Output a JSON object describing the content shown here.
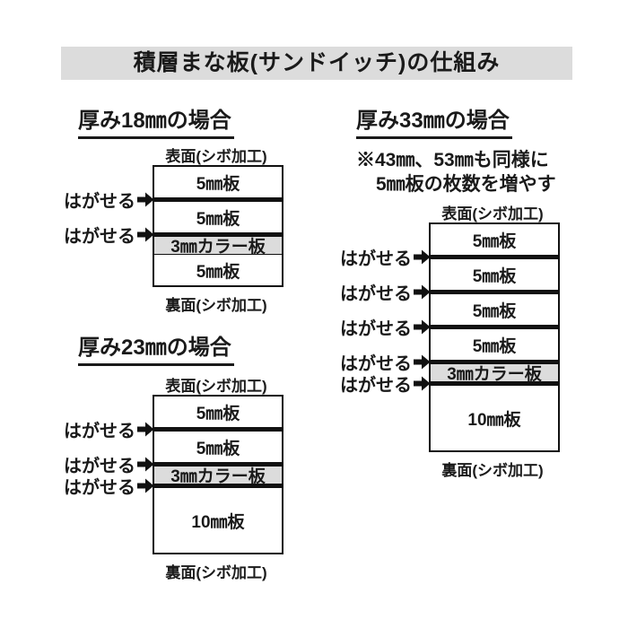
{
  "title": "積層まな板(サンドイッチ)の仕組み",
  "labels": {
    "surface": "表面(シボ加工)",
    "back": "裏面(シボ加工)",
    "peel": "はがせる"
  },
  "colors": {
    "banner_bg": "#dcdcdc",
    "color_board_bg": "#dcdcdc",
    "line": "#111111",
    "text": "#1a1a1a"
  },
  "diagrams": [
    {
      "id": "18mm",
      "heading": "厚み18㎜の場合",
      "note_lines": [],
      "layers": [
        {
          "label": "5㎜板",
          "thickness_mm": 5,
          "color": false,
          "sep_after": "thick",
          "peel_after": true
        },
        {
          "label": "5㎜板",
          "thickness_mm": 5,
          "color": false,
          "sep_after": "thick",
          "peel_after": true
        },
        {
          "label": "3㎜カラー板",
          "thickness_mm": 3,
          "color": true,
          "sep_after": "thin",
          "peel_after": false
        },
        {
          "label": "5㎜板",
          "thickness_mm": 5,
          "color": false,
          "sep_after": null,
          "peel_after": false
        }
      ]
    },
    {
      "id": "23mm",
      "heading": "厚み23㎜の場合",
      "note_lines": [],
      "layers": [
        {
          "label": "5㎜板",
          "thickness_mm": 5,
          "color": false,
          "sep_after": "thick",
          "peel_after": true
        },
        {
          "label": "5㎜板",
          "thickness_mm": 5,
          "color": false,
          "sep_after": "thick",
          "peel_after": true
        },
        {
          "label": "3㎜カラー板",
          "thickness_mm": 3,
          "color": true,
          "sep_after": "thick",
          "peel_after": true
        },
        {
          "label": "10㎜板",
          "thickness_mm": 10,
          "color": false,
          "sep_after": null,
          "peel_after": false
        }
      ]
    },
    {
      "id": "33mm",
      "heading": "厚み33㎜の場合",
      "note_lines": [
        "※43㎜、53㎜も同様に",
        "5㎜板の枚数を増やす"
      ],
      "layers": [
        {
          "label": "5㎜板",
          "thickness_mm": 5,
          "color": false,
          "sep_after": "thick",
          "peel_after": true
        },
        {
          "label": "5㎜板",
          "thickness_mm": 5,
          "color": false,
          "sep_after": "thick",
          "peel_after": true
        },
        {
          "label": "5㎜板",
          "thickness_mm": 5,
          "color": false,
          "sep_after": "thick",
          "peel_after": true
        },
        {
          "label": "5㎜板",
          "thickness_mm": 5,
          "color": false,
          "sep_after": "thick",
          "peel_after": true
        },
        {
          "label": "3㎜カラー板",
          "thickness_mm": 3,
          "color": true,
          "sep_after": "thick",
          "peel_after": true
        },
        {
          "label": "10㎜板",
          "thickness_mm": 10,
          "color": false,
          "sep_after": null,
          "peel_after": false
        }
      ]
    }
  ]
}
